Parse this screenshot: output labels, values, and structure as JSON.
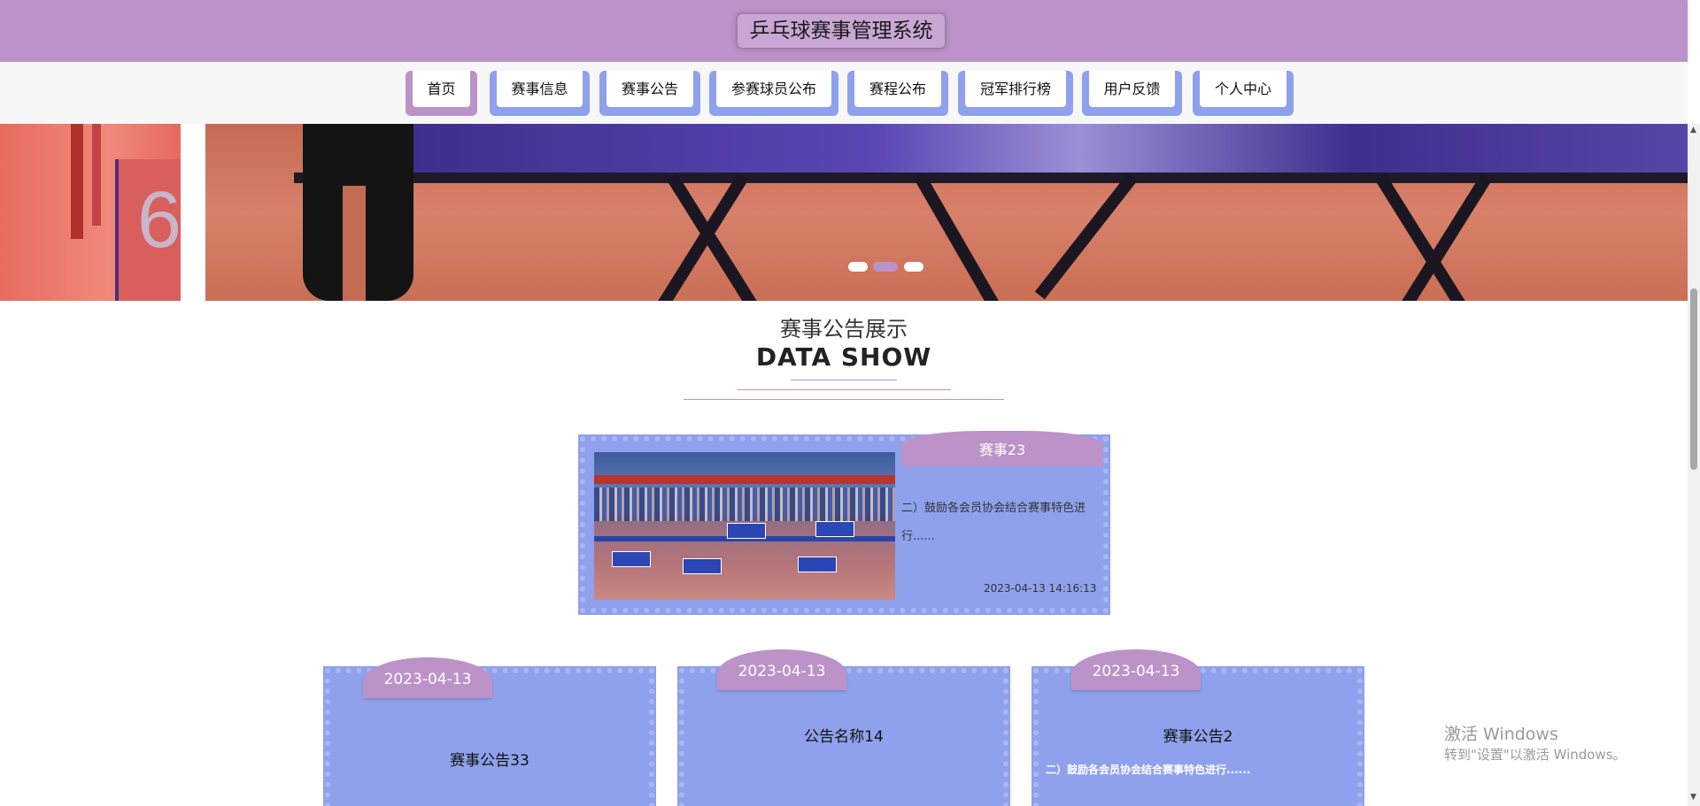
{
  "header": {
    "site_title": "乒乓球赛事管理系统"
  },
  "nav": {
    "items": [
      {
        "label": "首页",
        "active": true
      },
      {
        "label": "赛事信息"
      },
      {
        "label": "赛事公告"
      },
      {
        "label": "参赛球员公布"
      },
      {
        "label": "赛程公布"
      },
      {
        "label": "冠军排行榜"
      },
      {
        "label": "用户反馈"
      },
      {
        "label": "个人中心"
      }
    ]
  },
  "banner": {
    "slide_number": "6",
    "active_dot": 1,
    "dot_count": 3
  },
  "section": {
    "title": "赛事公告展示",
    "subtitle": "DATA SHOW"
  },
  "featured": {
    "tab": "赛事23",
    "description": "二）鼓励各会员协会结合赛事特色进行......",
    "time": "2023-04-13 14:16:13"
  },
  "cards": [
    {
      "date": "2023-04-13",
      "title": "赛事公告33",
      "desc": ""
    },
    {
      "date": "2023-04-13",
      "title": "公告名称14",
      "desc": ""
    },
    {
      "date": "2023-04-13",
      "title": "赛事公告2",
      "desc": "二）鼓励各会员协会结合赛事特色进行......"
    }
  ],
  "watermark": {
    "line1": "激活 Windows",
    "line2": "转到\"设置\"以激活 Windows。"
  },
  "colors": {
    "header_bg": "#bb93c8",
    "accent_blue": "#8fa1ec",
    "accent_purple": "#bb93c8",
    "nav_bg": "#f7f7f7"
  }
}
